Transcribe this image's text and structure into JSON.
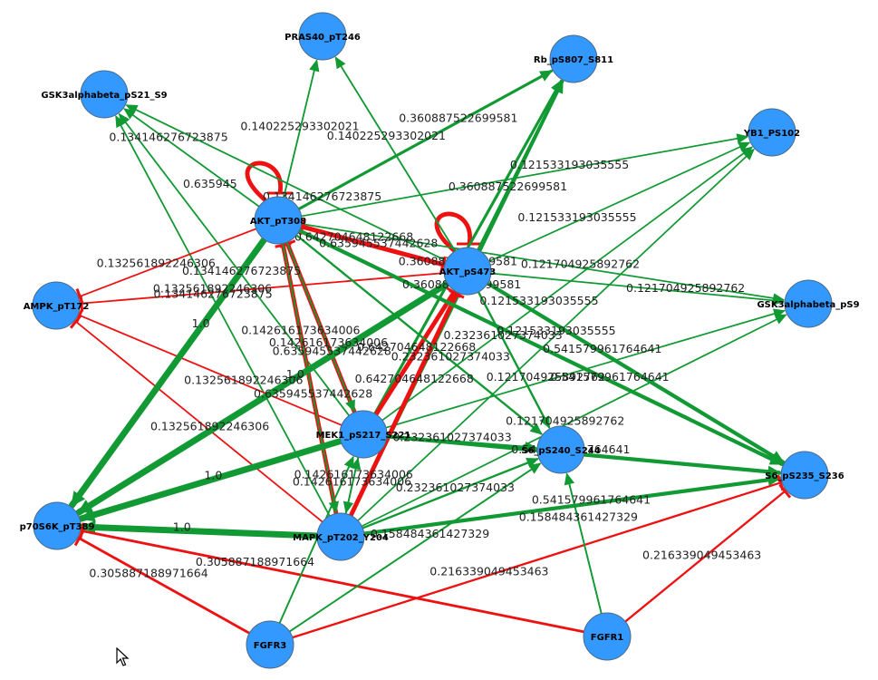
{
  "colors": {
    "node_fill": "#3399ff",
    "node_stroke": "#4a6a8a",
    "activation": "#119933",
    "inhibition": "#ee1111",
    "background": "#ffffff"
  },
  "nodes": [
    {
      "id": "PRAS40",
      "label": "PRAS40_pT246"
    },
    {
      "id": "Rb",
      "label": "Rb_pS807_S811"
    },
    {
      "id": "GSK3ab21",
      "label": "GSK3alphabeta_pS21_S9"
    },
    {
      "id": "YB1",
      "label": "YB1_PS102"
    },
    {
      "id": "AKT308",
      "label": "AKT_pT308"
    },
    {
      "id": "AKT473",
      "label": "AKT_pS473"
    },
    {
      "id": "AMPK",
      "label": "AMPK_pT172"
    },
    {
      "id": "GSK3ab9",
      "label": "GSK3alphabeta_pS9"
    },
    {
      "id": "MEK1",
      "label": "MEK1_pS217_S221"
    },
    {
      "id": "S6_240",
      "label": "S6_pS240_S244"
    },
    {
      "id": "S6_235",
      "label": "S6_pS235_S236"
    },
    {
      "id": "p70S6K",
      "label": "p70S6K_pT389"
    },
    {
      "id": "MAPK",
      "label": "MAPK_pT202_Y204"
    },
    {
      "id": "FGFR3",
      "label": "FGFR3"
    },
    {
      "id": "FGFR1",
      "label": "FGFR1"
    }
  ],
  "edges": [
    {
      "from": "AKT308",
      "to": "AKT308",
      "type": "inhibition",
      "weight": 0.6359,
      "label": "0.635945"
    },
    {
      "from": "AKT473",
      "to": "AKT473",
      "type": "inhibition",
      "weight": 0.6427,
      "label": ""
    },
    {
      "from": "AKT308",
      "to": "PRAS40",
      "type": "activation",
      "weight": 0.14,
      "label": "0.140225293302021"
    },
    {
      "from": "AKT473",
      "to": "PRAS40",
      "type": "activation",
      "weight": 0.14,
      "label": "0.140225293302021"
    },
    {
      "from": "AKT308",
      "to": "GSK3ab21",
      "type": "activation",
      "weight": 0.134,
      "label": "0.134146276723875"
    },
    {
      "from": "AKT473",
      "to": "GSK3ab21",
      "type": "activation",
      "weight": 0.134,
      "label": "0.134146276723875"
    },
    {
      "from": "MEK1",
      "to": "GSK3ab21",
      "type": "activation",
      "weight": 0.134,
      "label": "0.134146276723875"
    },
    {
      "from": "MAPK",
      "to": "GSK3ab21",
      "type": "activation",
      "weight": 0.134,
      "label": "0.134146276723875"
    },
    {
      "from": "AKT308",
      "to": "Rb",
      "type": "activation",
      "weight": 0.36,
      "label": "0.360887522699581"
    },
    {
      "from": "AKT473",
      "to": "Rb",
      "type": "activation",
      "weight": 0.36,
      "label": "0.360887522699581"
    },
    {
      "from": "MEK1",
      "to": "Rb",
      "type": "activation",
      "weight": 0.36,
      "label": "0.360887522699581"
    },
    {
      "from": "MAPK",
      "to": "Rb",
      "type": "activation",
      "weight": 0.36,
      "label": "0.360887522699581"
    },
    {
      "from": "AKT308",
      "to": "YB1",
      "type": "activation",
      "weight": 0.121,
      "label": "0.121533193035555"
    },
    {
      "from": "AKT473",
      "to": "YB1",
      "type": "activation",
      "weight": 0.121,
      "label": "0.121533193035555"
    },
    {
      "from": "MEK1",
      "to": "YB1",
      "type": "activation",
      "weight": 0.121,
      "label": "0.121533193035555"
    },
    {
      "from": "MAPK",
      "to": "YB1",
      "type": "activation",
      "weight": 0.121,
      "label": "0.121533193035555"
    },
    {
      "from": "AKT308",
      "to": "GSK3ab9",
      "type": "activation",
      "weight": 0.121,
      "label": "0.121704925892762"
    },
    {
      "from": "AKT473",
      "to": "GSK3ab9",
      "type": "activation",
      "weight": 0.121,
      "label": "0.121704925892762"
    },
    {
      "from": "MEK1",
      "to": "GSK3ab9",
      "type": "activation",
      "weight": 0.121,
      "label": "0.121704925892762"
    },
    {
      "from": "MAPK",
      "to": "GSK3ab9",
      "type": "activation",
      "weight": 0.121,
      "label": "0.121704925892762"
    },
    {
      "from": "AKT308",
      "to": "AMPK",
      "type": "inhibition",
      "weight": 0.132,
      "label": "0.132561892246306"
    },
    {
      "from": "AKT473",
      "to": "AMPK",
      "type": "inhibition",
      "weight": 0.132,
      "label": "0.132561892246306"
    },
    {
      "from": "MEK1",
      "to": "AMPK",
      "type": "inhibition",
      "weight": 0.132,
      "label": "0.132561892246306"
    },
    {
      "from": "MAPK",
      "to": "AMPK",
      "type": "inhibition",
      "weight": 0.132,
      "label": "0.132561892246306"
    },
    {
      "from": "AKT308",
      "to": "AKT473",
      "type": "inhibition",
      "weight": 0.6359,
      "label": "0.635945537442628"
    },
    {
      "from": "AKT473",
      "to": "AKT308",
      "type": "inhibition",
      "weight": 0.6427,
      "label": "0.642704648122668"
    },
    {
      "from": "MEK1",
      "to": "AKT308",
      "type": "inhibition",
      "weight": 0.6359,
      "label": "0.635945537442628"
    },
    {
      "from": "MAPK",
      "to": "AKT308",
      "type": "inhibition",
      "weight": 0.6359,
      "label": "0.635945537442628"
    },
    {
      "from": "MEK1",
      "to": "AKT473",
      "type": "inhibition",
      "weight": 0.6427,
      "label": "0.642704648122668"
    },
    {
      "from": "MAPK",
      "to": "AKT473",
      "type": "inhibition",
      "weight": 0.6427,
      "label": "0.642704648122668"
    },
    {
      "from": "AKT308",
      "to": "p70S6K",
      "type": "activation",
      "weight": 1.0,
      "label": "1.0"
    },
    {
      "from": "AKT473",
      "to": "p70S6K",
      "type": "activation",
      "weight": 1.0,
      "label": "1.0"
    },
    {
      "from": "MEK1",
      "to": "p70S6K",
      "type": "activation",
      "weight": 1.0,
      "label": "1.0"
    },
    {
      "from": "MAPK",
      "to": "p70S6K",
      "type": "activation",
      "weight": 1.0,
      "label": "1.0"
    },
    {
      "from": "AKT308",
      "to": "S6_235",
      "type": "activation",
      "weight": 0.5416,
      "label": "0.541579961764641"
    },
    {
      "from": "AKT473",
      "to": "S6_235",
      "type": "activation",
      "weight": 0.5416,
      "label": "0.541579961764641"
    },
    {
      "from": "MEK1",
      "to": "S6_235",
      "type": "activation",
      "weight": 0.5416,
      "label": "0.541579961764641"
    },
    {
      "from": "MAPK",
      "to": "S6_235",
      "type": "activation",
      "weight": 0.5416,
      "label": "0.541579961764641"
    },
    {
      "from": "AKT308",
      "to": "S6_240",
      "type": "activation",
      "weight": 0.2324,
      "label": "0.232361027374033"
    },
    {
      "from": "AKT473",
      "to": "S6_240",
      "type": "activation",
      "weight": 0.2324,
      "label": "0.232361027374033"
    },
    {
      "from": "MEK1",
      "to": "S6_240",
      "type": "activation",
      "weight": 0.2324,
      "label": "0.232361027374033"
    },
    {
      "from": "MAPK",
      "to": "S6_240",
      "type": "activation",
      "weight": 0.2324,
      "label": "0.232361027374033"
    },
    {
      "from": "AKT308",
      "to": "MEK1",
      "type": "activation",
      "weight": 0.1426,
      "label": "0.142616173634006"
    },
    {
      "from": "AKT308",
      "to": "MAPK",
      "type": "activation",
      "weight": 0.1426,
      "label": "0.142616173634006"
    },
    {
      "from": "MEK1",
      "to": "MAPK",
      "type": "activation",
      "weight": 0.1426,
      "label": "0.142616173634006"
    },
    {
      "from": "MAPK",
      "to": "MEK1",
      "type": "activation",
      "weight": 0.1426,
      "label": "0.142616173634006"
    },
    {
      "from": "FGFR3",
      "to": "p70S6K",
      "type": "inhibition",
      "weight": 0.3059,
      "label": "0.305887188971664"
    },
    {
      "from": "FGFR1",
      "to": "p70S6K",
      "type": "inhibition",
      "weight": 0.3059,
      "label": "0.305887188971664"
    },
    {
      "from": "FGFR3",
      "to": "S6_235",
      "type": "inhibition",
      "weight": 0.2163,
      "label": "0.216339049453463"
    },
    {
      "from": "FGFR1",
      "to": "S6_235",
      "type": "inhibition",
      "weight": 0.2163,
      "label": "0.216339049453463"
    },
    {
      "from": "FGFR3",
      "to": "S6_240",
      "type": "activation",
      "weight": 0.1585,
      "label": "0.158484361427329"
    },
    {
      "from": "FGFR1",
      "to": "S6_240",
      "type": "activation",
      "weight": 0.1585,
      "label": "0.158484361427329"
    },
    {
      "from": "FGFR3",
      "to": "MEK1",
      "type": "activation",
      "weight": 0.1585,
      "label": ""
    }
  ]
}
